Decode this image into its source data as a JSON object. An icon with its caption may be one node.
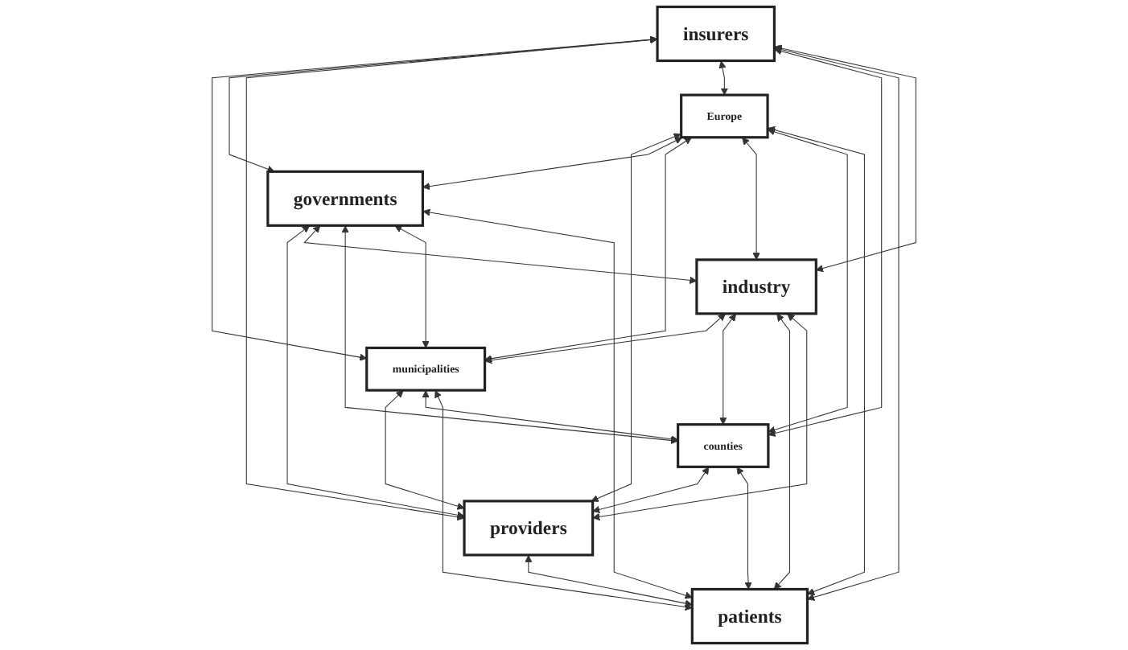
{
  "diagram": {
    "nodes": [
      {
        "text": [
          "insurers"
        ]
      },
      {
        "text": [
          "providers"
        ]
      },
      {
        "text": [
          "Europe"
        ]
      },
      {
        "text": [
          "municipalities"
        ]
      },
      {
        "text": [
          "governments"
        ]
      },
      {
        "text": [
          "counties"
        ]
      },
      {
        "text": [
          "industry"
        ]
      },
      {
        "text": [
          "patients"
        ]
      }
    ],
    "edges": [
      {
        "from": 0,
        "to": 3,
        "arrow": "both"
      },
      {
        "from": 2,
        "to": 1,
        "arrow": "both"
      },
      {
        "from": 0,
        "to": 4,
        "arrow": "both"
      },
      {
        "from": 4,
        "to": 1,
        "arrow": "both"
      },
      {
        "from": 0,
        "to": 1,
        "arrow": "both"
      },
      {
        "from": 0,
        "to": 2,
        "arrow": "both"
      },
      {
        "from": 6,
        "to": 3,
        "arrow": "both"
      },
      {
        "from": 2,
        "to": 4,
        "arrow": "both"
      },
      {
        "from": 2,
        "to": 3,
        "arrow": "both"
      },
      {
        "from": 2,
        "to": 6,
        "arrow": "both"
      },
      {
        "from": 2,
        "to": 5,
        "arrow": "both"
      },
      {
        "from": 2,
        "to": 7,
        "arrow": "both"
      },
      {
        "from": 4,
        "to": 6,
        "arrow": "both"
      },
      {
        "from": 4,
        "to": 5,
        "arrow": "both"
      },
      {
        "from": 4,
        "to": 3,
        "arrow": "both"
      },
      {
        "from": 4,
        "to": 7,
        "arrow": "both"
      },
      {
        "from": 0,
        "to": 5,
        "arrow": "both"
      },
      {
        "from": 0,
        "to": 7,
        "arrow": "both"
      },
      {
        "from": 0,
        "to": 6,
        "arrow": "both"
      },
      {
        "from": 6,
        "to": 5,
        "arrow": "both"
      },
      {
        "from": 6,
        "to": 7,
        "arrow": "both"
      },
      {
        "from": 6,
        "to": 1,
        "arrow": "both"
      },
      {
        "from": 1,
        "to": 7,
        "arrow": "both"
      },
      {
        "from": 3,
        "to": 1,
        "arrow": "both"
      },
      {
        "from": 5,
        "to": 1,
        "arrow": "both"
      },
      {
        "from": 3,
        "to": 5,
        "arrow": "both"
      },
      {
        "from": 3,
        "to": 7,
        "arrow": "both"
      },
      {
        "from": 5,
        "to": 7,
        "arrow": "both"
      }
    ]
  }
}
